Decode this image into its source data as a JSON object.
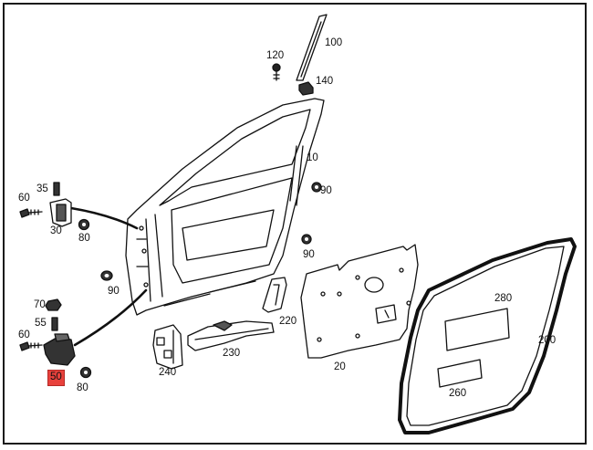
{
  "diagram": {
    "callouts": {
      "c100": "100",
      "c120": "120",
      "c140": "140",
      "c10": "10",
      "c90a": "90",
      "c90b": "90",
      "c90c": "90",
      "c35": "35",
      "c60a": "60",
      "c30": "30",
      "c80a": "80",
      "c70": "70",
      "c55": "55",
      "c60b": "60",
      "c50": "50",
      "c80b": "80",
      "c220": "220",
      "c240": "240",
      "c230": "230",
      "c20": "20",
      "c280": "280",
      "c200": "200",
      "c260": "260"
    },
    "highlight_color": "#e8413c"
  }
}
